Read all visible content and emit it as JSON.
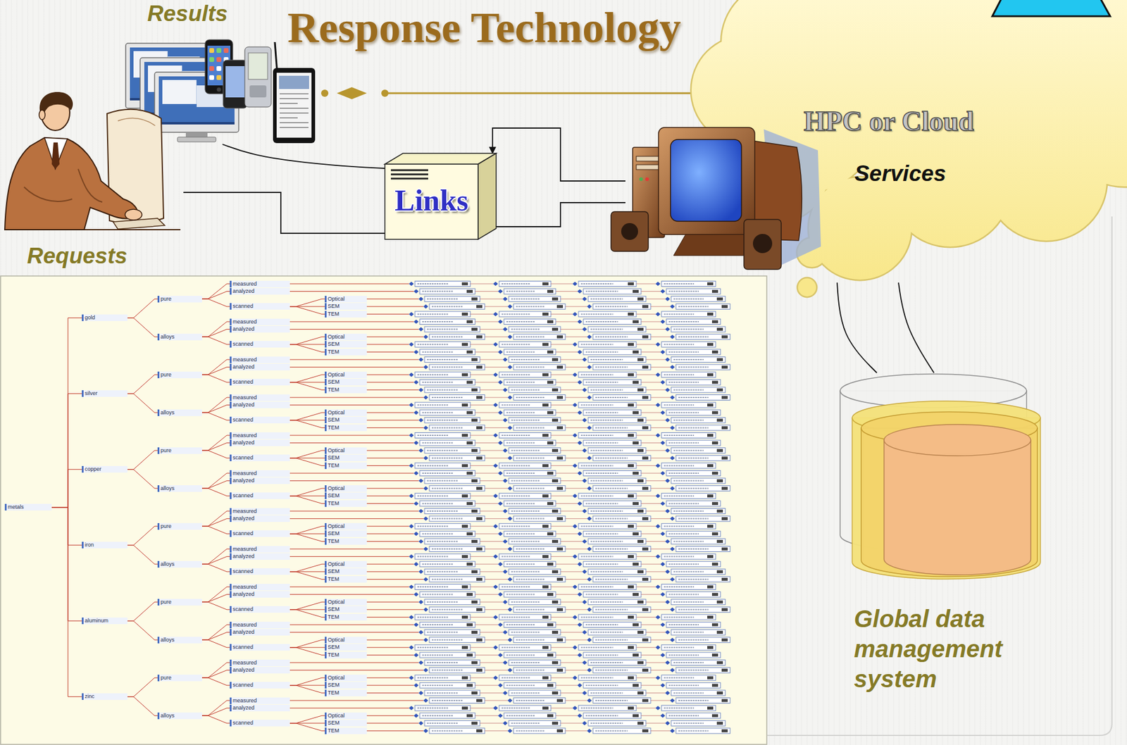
{
  "diagram": {
    "title": "Response Technology",
    "nodes": [
      {
        "text": [
          "Results"
        ]
      },
      {
        "text": [
          "Requests"
        ]
      },
      {
        "text": [
          "Links"
        ]
      },
      {
        "text": [
          "HPC or Cloud",
          "Services"
        ]
      },
      {
        "text": [
          "Global data management system"
        ]
      }
    ],
    "edges": [
      {
        "from": 1,
        "to": 2,
        "arrow": "none"
      },
      {
        "from": 2,
        "to": 3,
        "arrow": "none"
      },
      {
        "from": 3,
        "to": 2,
        "arrow": "to"
      },
      {
        "from": 2,
        "to": 0,
        "arrow": "none"
      },
      {
        "from": 3,
        "to": 4,
        "arrow": "none"
      },
      {
        "from": 3,
        "to": 4,
        "arrow": "none"
      }
    ],
    "labels": [
      "metals",
      "gold",
      "pure",
      "measured",
      "analyzed",
      "scanned",
      "Optical",
      "SEM",
      "TEM",
      "alloys",
      "measured",
      "analyzed",
      "scanned",
      "Optical",
      "SEM",
      "TEM",
      "silver",
      "pure",
      "measured",
      "analyzed",
      "scanned",
      "Optical",
      "SEM",
      "TEM",
      "alloys",
      "measured",
      "analyzed",
      "scanned",
      "Optical",
      "SEM",
      "TEM",
      "copper",
      "pure",
      "measured",
      "analyzed",
      "scanned",
      "Optical",
      "SEM",
      "TEM",
      "alloys",
      "measured",
      "analyzed",
      "scanned",
      "Optical",
      "SEM",
      "TEM",
      "iron",
      "pure",
      "measured",
      "analyzed",
      "scanned",
      "Optical",
      "SEM",
      "TEM",
      "alloys",
      "measured",
      "analyzed",
      "scanned",
      "Optical",
      "SEM",
      "TEM",
      "aluminum",
      "pure",
      "measured",
      "analyzed",
      "scanned",
      "Optical",
      "SEM",
      "TEM",
      "alloys",
      "measured",
      "analyzed",
      "scanned",
      "Optical",
      "SEM",
      "TEM",
      "zinc",
      "pure",
      "measured",
      "analyzed",
      "scanned",
      "Optical",
      "SEM",
      "TEM",
      "alloys",
      "measured",
      "analyzed",
      "scanned",
      "Optical",
      "SEM",
      "TEM"
    ]
  }
}
